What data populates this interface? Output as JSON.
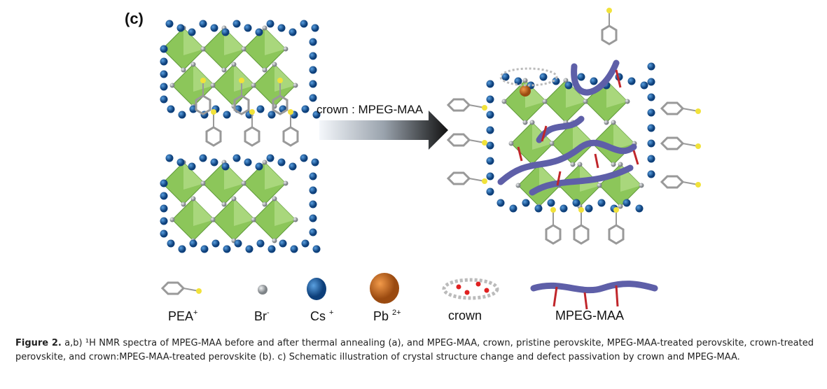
{
  "figure": {
    "panel_label": "(c)",
    "arrow_label": "crown : MPEG-MAA",
    "legend": [
      {
        "label": "PEA",
        "sup": "+"
      },
      {
        "label": "Br",
        "sup": "-"
      },
      {
        "label": "Cs",
        "sup": "+"
      },
      {
        "label": "Pb",
        "sup": "2+"
      },
      {
        "label": "crown",
        "sup": ""
      },
      {
        "label": "MPEG-MAA",
        "sup": ""
      }
    ],
    "colors": {
      "octahedron": "#8cc65a",
      "cs": "#1d5fa6",
      "pb": "#d2691e",
      "br": "#a9adb0",
      "polymer": "#5e5fa8",
      "side_chain": "#c0262b",
      "sulfur": "#f1e23a"
    }
  },
  "caption": {
    "label": "Figure 2.",
    "text": " a,b) ¹H NMR spectra of MPEG-MAA before and after thermal annealing (a), and MPEG-MAA, crown, pristine perovskite, MPEG-MAA-treated perovskite, crown-treated perovskite, and crown:MPEG-MAA-treated perovskite (b). c) Schematic illustration of crystal structure change and defect passivation by crown and MPEG-MAA."
  }
}
